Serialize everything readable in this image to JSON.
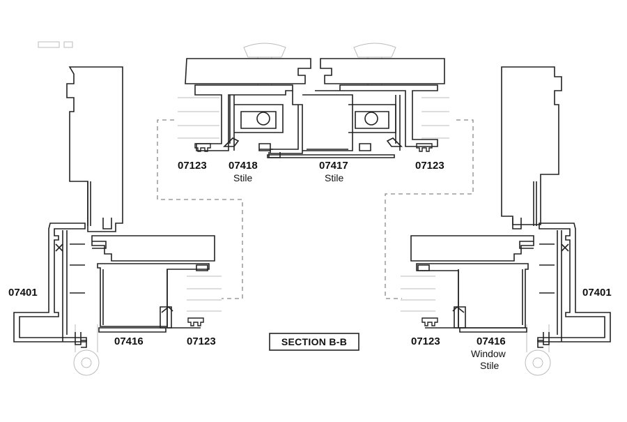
{
  "diagram": {
    "section_title": "SECTION B-B",
    "labels": {
      "top_left_seal": "07123",
      "top_stile_left_part": "07418",
      "top_stile_left_desc": "Stile",
      "top_stile_right_part": "07417",
      "top_stile_right_desc": "Stile",
      "top_right_seal": "07123",
      "left_frame_part": "07401",
      "right_frame_part": "07401",
      "bottom_left_stile_part": "07416",
      "bottom_left_seal": "07123",
      "bottom_right_seal": "07123",
      "bottom_right_stile_part": "07416",
      "bottom_right_stile_desc_1": "Window",
      "bottom_right_stile_desc_2": "Stile"
    }
  }
}
